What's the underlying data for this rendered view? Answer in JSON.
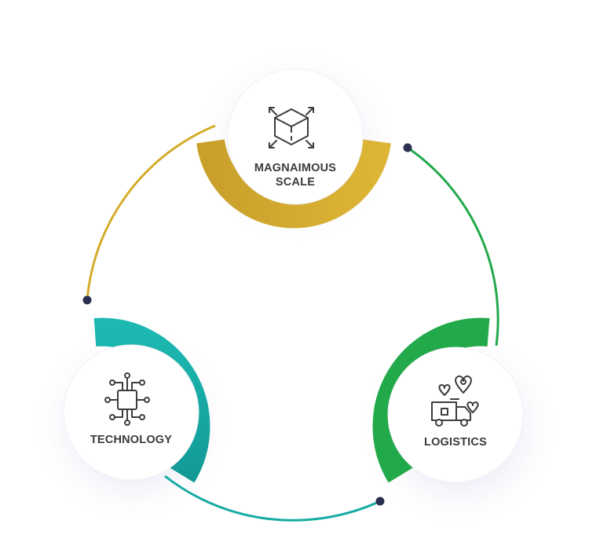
{
  "diagram": {
    "type": "cycle",
    "nodes": [
      {
        "id": "scale",
        "label_line1": "MAGNAIMOUS",
        "label_line2": "SCALE",
        "icon": "cube-expand-icon",
        "accent": "#d4ac2b"
      },
      {
        "id": "logistics",
        "label_line1": "LOGISTICS",
        "icon": "delivery-truck-location-icon",
        "accent": "#22a94a"
      },
      {
        "id": "technology",
        "label_line1": "TECHNOLOGY",
        "icon": "microchip-circuit-icon",
        "accent": "#16aba4"
      }
    ],
    "connector_colors": {
      "scale_to_technology": "#d4ac2b",
      "scale_to_logistics": "#22a94a",
      "technology_to_logistics": "#16aba4",
      "endpoint_dot": "#2a3150"
    },
    "shadow_color": "#c9cbe8"
  }
}
